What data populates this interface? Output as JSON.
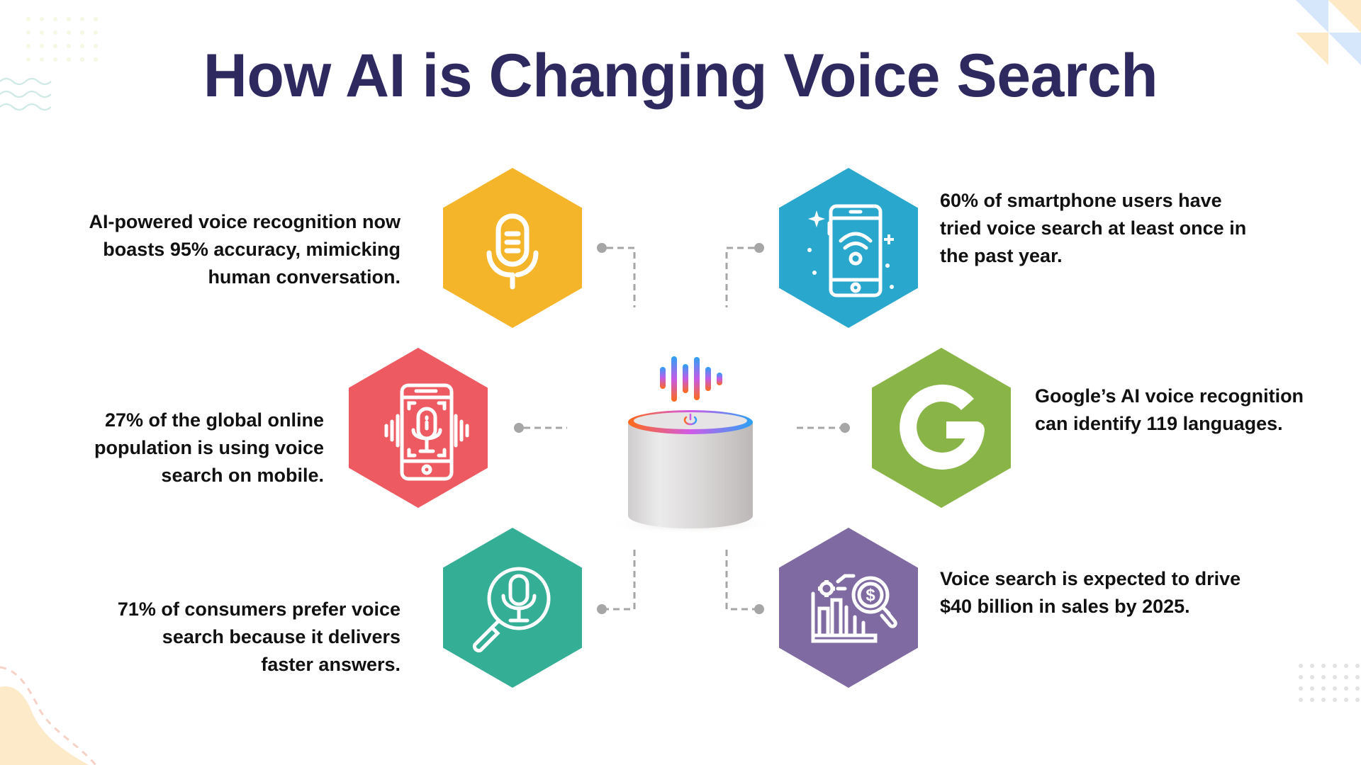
{
  "title": "How AI is Changing Voice Search",
  "colors": {
    "title": "#2e2a60",
    "text": "#111111",
    "connector": "#a6a6a6",
    "hex_yellow": "#f4b52b",
    "hex_blue": "#2aa7cc",
    "hex_red": "#ee5a62",
    "hex_green": "#89b447",
    "hex_teal": "#35ae96",
    "hex_purple": "#7f6aa2"
  },
  "center": {
    "icon": "smart-speaker-icon",
    "soundwave_icon": "soundwave-icon",
    "power_icon": "power-icon"
  },
  "stats": [
    {
      "id": "accuracy",
      "side": "left",
      "icon": "microphone-icon",
      "color": "#f4b52b",
      "lines": [
        "AI-powered voice recognition now",
        "boasts 95% accuracy, mimicking",
        "human conversation."
      ]
    },
    {
      "id": "smartphone-users",
      "side": "right",
      "icon": "smartphone-wifi-icon",
      "color": "#2aa7cc",
      "lines": [
        "60% of smartphone users have",
        "tried voice search at least once in",
        "the past year."
      ]
    },
    {
      "id": "global-population",
      "side": "left",
      "icon": "phone-voice-recognition-icon",
      "color": "#ee5a62",
      "lines": [
        "27% of the global online",
        "population is using voice",
        "search on mobile."
      ]
    },
    {
      "id": "languages",
      "side": "right",
      "icon": "google-g-icon",
      "color": "#89b447",
      "lines": [
        "Google’s AI voice recognition",
        "can identify 119 languages."
      ]
    },
    {
      "id": "consumers-prefer",
      "side": "left",
      "icon": "voice-search-magnifier-icon",
      "color": "#35ae96",
      "lines": [
        "71% of consumers prefer voice",
        "search because it delivers",
        "faster answers."
      ]
    },
    {
      "id": "sales",
      "side": "right",
      "icon": "sales-analytics-icon",
      "color": "#7f6aa2",
      "lines": [
        "Voice search is expected to drive",
        "$40 billion in sales by 2025."
      ]
    }
  ]
}
